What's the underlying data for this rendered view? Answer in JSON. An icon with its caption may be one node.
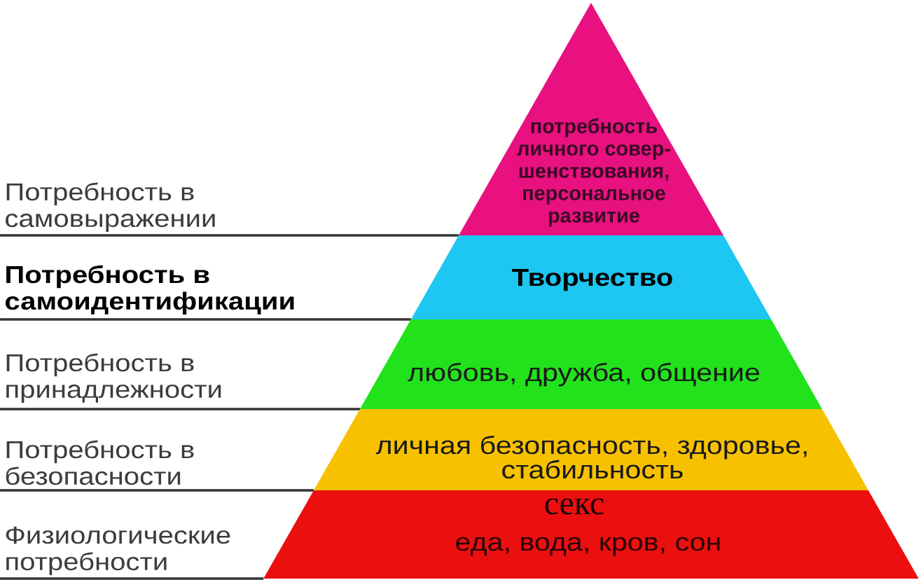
{
  "diagram": {
    "nodes": [
      {
        "text": [
          "потребность личного совер- шенствования, персональное развитие"
        ]
      },
      {
        "text": [
          "Творчество"
        ]
      },
      {
        "text": [
          "любовь, дружба, общение"
        ]
      },
      {
        "text": [
          "личная безопасность, здоровье, стабильность"
        ]
      },
      {
        "text": [
          "секс",
          "еда, вода, кров, сон"
        ]
      }
    ],
    "labels": [
      "Потребность в самовыражении",
      "Потребность в самоидентификации",
      "Потребность в принадлежности",
      "Потребность в безопасности",
      "Физиологические потребности"
    ]
  }
}
